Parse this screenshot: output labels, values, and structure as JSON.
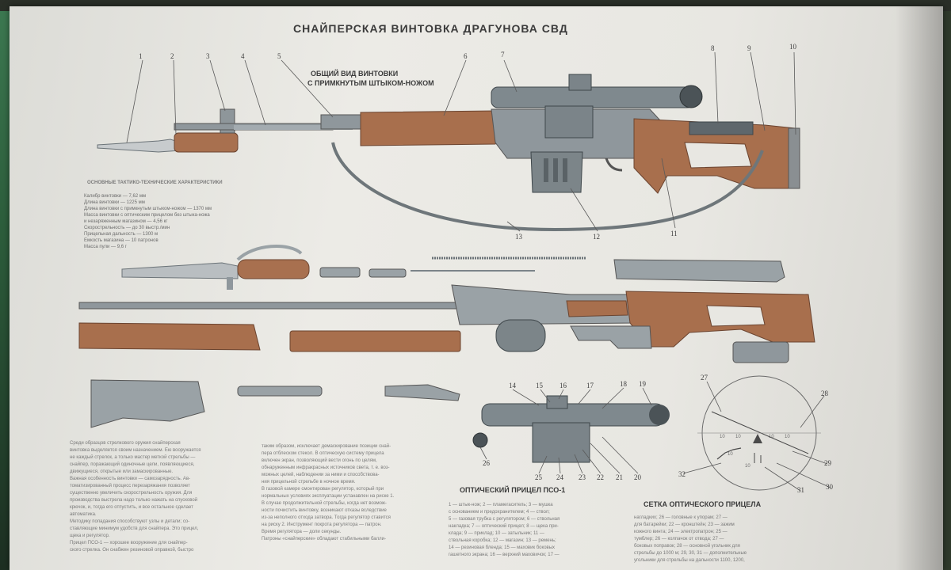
{
  "poster": {
    "title": "СНАЙПЕРСКАЯ ВИНТОВКА ДРАГУНОВА СВД",
    "general_view_label_line1": "ОБЩИЙ ВИД ВИНТОВКИ",
    "general_view_label_line2": "С ПРИМКНУТЫМ ШТЫКОМ-НОЖОМ",
    "specs_heading": "ОСНОВНЫЕ ТАКТИКО-ТЕХНИЧЕСКИЕ ХАРАКТЕРИСТИКИ",
    "specs": [
      "Калибр винтовки — 7,62 мм",
      "Длина винтовки — 1225 мм",
      "Длина винтовки с примкнутым штыком-ножом — 1370 мм",
      "Масса винтовки с оптическим прицелом без штыка-ножа",
      "и незаряженным магазином — 4,56 кг",
      "Скорострельность — до 30 выстр./мин",
      "Прицельная дальность — 1300 м",
      "Емкость магазина — 10 патронов",
      "Масса пули — 9,6 г"
    ],
    "optic_caption": "ОПТИЧЕСКИЙ ПРИЦЕЛ ПСО-1",
    "reticle_caption": "СЕТКА ОПТИЧЕСКОГО ПРИЦЕЛА",
    "text_left": [
      "Среди образцов стрелкового оружия снайперская",
      "винтовка выделяется своим назначением. Ею вооружается",
      "не каждый стрелок, а только мастер меткой стрельбы —",
      "снайпер, поражающий одиночные цели, появляющиеся,",
      "движущиеся, открытые или замаскированные.",
      "Важная особенность винтовки — самозарядность. Ав-",
      "томатизированный процесс перезаряжания позволяет",
      "существенно увеличить скорострельность оружия. Для",
      "производства выстрела надо только нажать на спусковой",
      "крючок, и, тогда его отпустить, и все остальное сделает",
      "автоматика.",
      "Методику попадания способствуют узлы и детали; со-",
      "ставляющие минимум удобств для снайпера. Это прицел,",
      "щека и регулятор.",
      "Прицел ПСО-1 — хорошее вооружение для снайпер-",
      "ского стрелка. Он снабжен резиновой оправкой, быстро"
    ],
    "text_middle": [
      "таким образом, исключает демаскирование позиции снай-",
      "пера отблеском стекол. В оптическую систему прицела",
      "включен экран, позволяющий вести огонь по целям,",
      "обнаруженным инфракрасных источников света, т. е. воз-",
      "можных целей, наблюдении за ними и способствова-",
      "ния прицельной стрельбе в ночное время.",
      "В газовой камере смонтирован регулятор, который при",
      "нормальных условиях эксплуатации устанавлен на риске 1.",
      "В случае продолжительной стрельбы, когда нет возмож-",
      "ности почистить винтовку, возникают отказы вследствие",
      "из-за неполного отхода затвора. Тогда регулятор ставится",
      "на риску 2. Инструмент покрота регулятора — патрон.",
      "Время регулятора — доли секунды.",
      "Патроны «снайперские» обладают стабильными балли-"
    ],
    "text_legend": [
      "1 — штык-нож; 2 — пламегаситель; 3 — мушка",
      "с основанием и предохранителем; 4 — ствол;",
      "5 — газовая трубка с регулятором; 6 — ствольная",
      "накладка; 7 — оптический прицел; 8 — щека при-",
      "клада; 9 — приклад; 10 — затыльник; 11 —",
      "ствольная коробка; 12 — магазин; 13 — ремень;",
      "14 — резиновая бленда; 15 — маховик боковых",
      "гашетного экрана; 16 — верхний маховичок; 17 —"
    ],
    "text_reticle": [
      "нагладких; 26 — головные к упорам; 27 —",
      "для батарейки; 22 — кронштейн; 23 — зажим",
      "кожного винта; 24 — электропатрон; 25 —",
      "тумблер; 26 — колпачок от отвода; 27 —",
      "боковых поправок; 28 — основной угольник для",
      "стрельбы до 1000 м; 29, 30, 31 — дополнительные",
      "угольники для стрельбы на дальности 1100, 1200,"
    ],
    "callouts_top": [
      "1",
      "2",
      "3",
      "4",
      "5",
      "6",
      "7",
      "8",
      "9",
      "10"
    ],
    "callouts_bottom": [
      "11",
      "12",
      "13"
    ],
    "callouts_optic": [
      "14",
      "15",
      "16",
      "17",
      "18",
      "19",
      "20",
      "21",
      "22",
      "23",
      "24",
      "25",
      "26"
    ],
    "callouts_reticle": [
      "27",
      "28",
      "29",
      "30",
      "31",
      "32"
    ],
    "reticle_marks": [
      "10",
      "10",
      "10",
      "10",
      "10",
      "10"
    ]
  },
  "colors": {
    "paper": "#e8e7e2",
    "metal": "#9aa2a6",
    "metal_dark": "#5b6469",
    "wood": "#a96a4a",
    "wood_dark": "#7d4a33",
    "ink": "#3b3b3b"
  }
}
